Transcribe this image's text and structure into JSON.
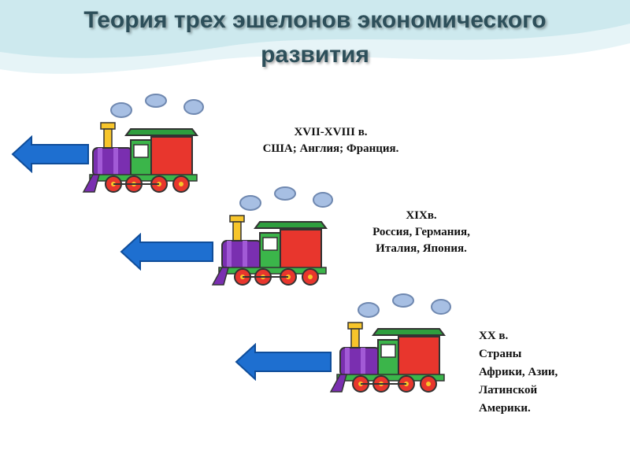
{
  "slide": {
    "title_line1": "Теория трех эшелонов экономического",
    "title_line2": "развития"
  },
  "echelons": [
    {
      "lines": [
        "XVII-XVIII в.",
        "США; Англия; Франция."
      ]
    },
    {
      "lines": [
        "XIXв.",
        "Россия, Германия,",
        "Италия, Япония."
      ]
    },
    {
      "lines": [
        "XX в.",
        "Страны",
        "Африки, Азии,",
        "Латинской",
        "Америки."
      ]
    }
  ],
  "colors": {
    "title": "#2d4f5a",
    "arrow": "#1e6fd0",
    "wave": "#cde9ee"
  }
}
